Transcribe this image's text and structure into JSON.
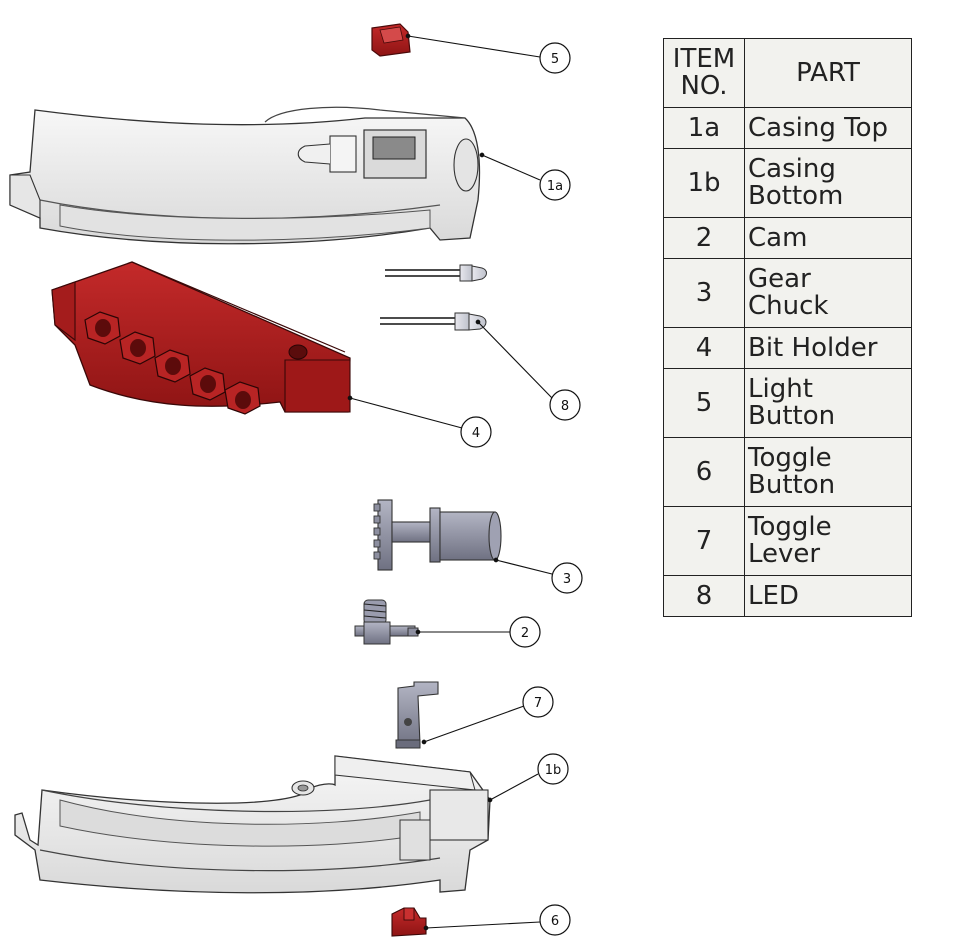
{
  "bom": {
    "header": {
      "item_line1": "ITEM",
      "item_line2": "NO.",
      "part": "PART"
    },
    "rows": [
      {
        "item": "1a",
        "part": [
          "Casing Top"
        ]
      },
      {
        "item": "1b",
        "part": [
          "Casing",
          "Bottom"
        ]
      },
      {
        "item": "2",
        "part": [
          "Cam"
        ]
      },
      {
        "item": "3",
        "part": [
          "Gear",
          "Chuck"
        ]
      },
      {
        "item": "4",
        "part": [
          "Bit Holder"
        ]
      },
      {
        "item": "5",
        "part": [
          "Light",
          "Button"
        ]
      },
      {
        "item": "6",
        "part": [
          "Toggle",
          "Button"
        ]
      },
      {
        "item": "7",
        "part": [
          "Toggle",
          "Lever"
        ]
      },
      {
        "item": "8",
        "part": [
          "LED"
        ]
      }
    ]
  },
  "balloons": {
    "light_button": "5",
    "casing_top": "1a",
    "led": "8",
    "bit_holder": "4",
    "gear_chuck": "3",
    "cam": "2",
    "toggle_lever": "7",
    "casing_bottom": "1b",
    "toggle_button": "6"
  },
  "colors": {
    "red_part": "#b01e1e",
    "grey_part": "#8d8fa0",
    "casing": "#eeeeee",
    "outline": "#222222"
  }
}
